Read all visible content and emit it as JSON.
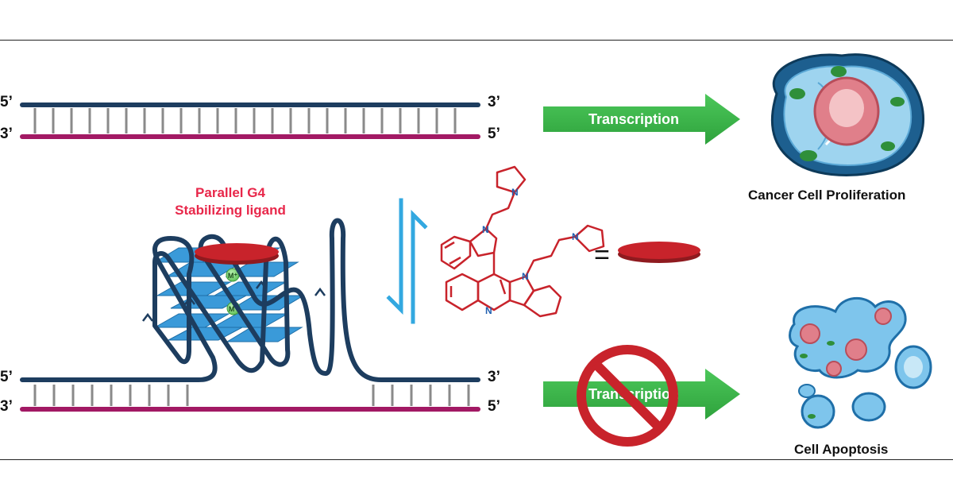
{
  "strand_top": {
    "left_upper": "5’",
    "left_lower": "3’",
    "right_upper": "3’",
    "right_lower": "5’"
  },
  "strand_bottom": {
    "left_upper": "5’",
    "left_lower": "3’",
    "right_upper": "3’",
    "right_lower": "5’"
  },
  "ligand": {
    "title_line1": "Parallel G4",
    "title_line2": "Stabilizing ligand",
    "ion_label": "M⁺",
    "equals": "=",
    "atom_n": "N"
  },
  "arrows": {
    "top_label": "Transcription",
    "bottom_label": "Transcription"
  },
  "outcomes": {
    "top": "Cancer Cell Proliferation",
    "bottom": "Cell Apoptosis"
  },
  "colors": {
    "dna_blue": "#1d3d5f",
    "dna_magenta": "#a21964",
    "base_gray": "#8a8a8a",
    "tetrad_blue": "#3a9ad9",
    "ligand_red": "#c8232b",
    "arrow_green": "#3cb84a",
    "prohibit_red": "#c8232b",
    "title_pink": "#e8274a"
  }
}
